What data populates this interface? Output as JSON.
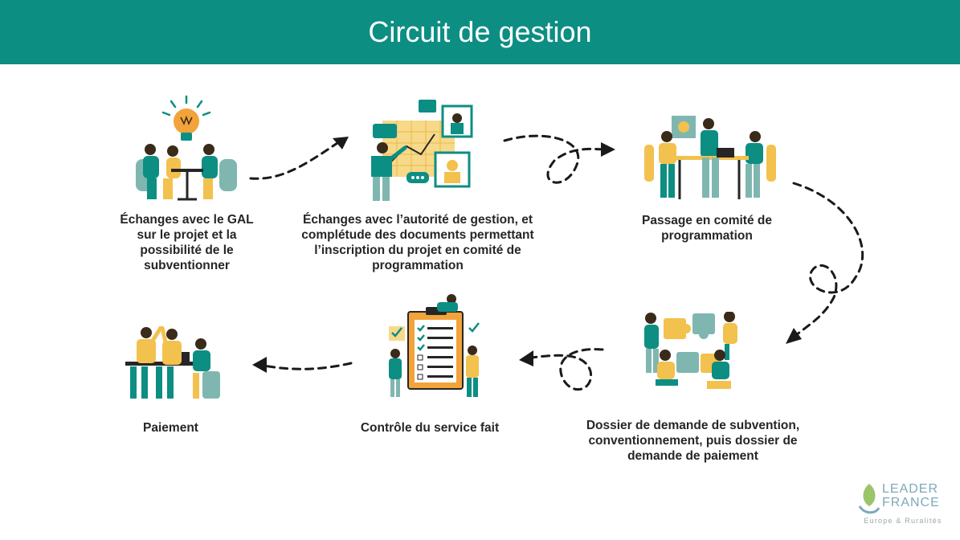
{
  "header": {
    "title": "Circuit de gestion"
  },
  "colors": {
    "teal": "#0d8e83",
    "yellow": "#f2c14e",
    "dark": "#262626"
  },
  "steps": [
    {
      "label": "Échanges avec le GAL sur le projet et la possibilité de le subventionner",
      "icon": "team-idea-illustration"
    },
    {
      "label": "Échanges avec l’autorité de gestion, et complétude des documents permettant l’inscription du projet en comité de programmation",
      "icon": "online-collaboration-illustration"
    },
    {
      "label": "Passage en comité de programmation",
      "icon": "committee-meeting-illustration"
    },
    {
      "label": "Dossier de demande de subvention, conventionnement, puis dossier de demande de paiement",
      "icon": "puzzle-team-illustration"
    },
    {
      "label": "Contrôle du service fait",
      "icon": "checklist-illustration"
    },
    {
      "label": "Paiement",
      "icon": "celebration-illustration"
    }
  ],
  "logo": {
    "line1": "LEADER",
    "line2": "FRANCE",
    "tagline": "Europe & Ruralités"
  }
}
